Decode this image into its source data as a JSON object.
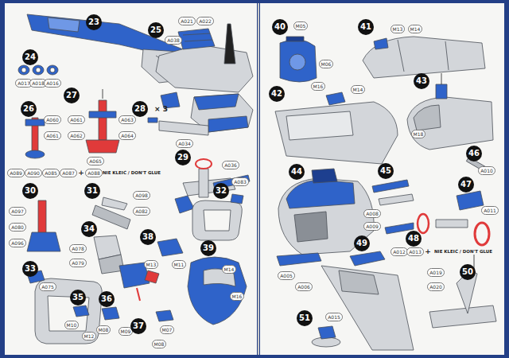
{
  "diagram": {
    "nodes": [
      {
        "text": [
          "23"
        ]
      },
      {
        "text": [
          "24"
        ]
      },
      {
        "text": [
          "A017"
        ]
      },
      {
        "text": [
          "A018"
        ]
      },
      {
        "text": [
          "A016"
        ]
      },
      {
        "text": [
          "25"
        ]
      },
      {
        "text": [
          "A038"
        ]
      },
      {
        "text": [
          "A021"
        ]
      },
      {
        "text": [
          "A022"
        ]
      },
      {
        "text": [
          "26"
        ]
      },
      {
        "text": [
          "A060"
        ]
      },
      {
        "text": [
          "A061"
        ]
      },
      {
        "text": [
          "27"
        ]
      },
      {
        "text": [
          "A061"
        ]
      },
      {
        "text": [
          "A062"
        ]
      },
      {
        "text": [
          "A063"
        ]
      },
      {
        "text": [
          "A064"
        ]
      },
      {
        "text": [
          "A065"
        ]
      },
      {
        "text": [
          "28"
        ]
      },
      {
        "text": [
          "A034"
        ]
      },
      {
        "text": [
          "A089"
        ]
      },
      {
        "text": [
          "A090"
        ]
      },
      {
        "text": [
          "A085"
        ]
      },
      {
        "text": [
          "A087"
        ]
      },
      {
        "text": [
          "A088"
        ]
      },
      {
        "text": [
          "29"
        ]
      },
      {
        "text": [
          "A036"
        ]
      },
      {
        "text": [
          "30"
        ]
      },
      {
        "text": [
          "A097"
        ]
      },
      {
        "text": [
          "A080"
        ]
      },
      {
        "text": [
          "A096"
        ]
      },
      {
        "text": [
          "31"
        ]
      },
      {
        "text": [
          "A098"
        ]
      },
      {
        "text": [
          "A082"
        ]
      },
      {
        "text": [
          "32"
        ]
      },
      {
        "text": [
          "A083"
        ]
      },
      {
        "text": [
          "33"
        ]
      },
      {
        "text": [
          "A075"
        ]
      },
      {
        "text": [
          "34"
        ]
      },
      {
        "text": [
          "A078"
        ]
      },
      {
        "text": [
          "A079"
        ]
      },
      {
        "text": [
          "35"
        ]
      },
      {
        "text": [
          "M10"
        ]
      },
      {
        "text": [
          "M12"
        ]
      },
      {
        "text": [
          "36"
        ]
      },
      {
        "text": [
          "M08"
        ]
      },
      {
        "text": [
          "M09"
        ]
      },
      {
        "text": [
          "37"
        ]
      },
      {
        "text": [
          "M07"
        ]
      },
      {
        "text": [
          "M08"
        ]
      },
      {
        "text": [
          "38"
        ]
      },
      {
        "text": [
          "M13"
        ]
      },
      {
        "text": [
          "M11"
        ]
      },
      {
        "text": [
          "39"
        ]
      },
      {
        "text": [
          "M14"
        ]
      },
      {
        "text": [
          "M16"
        ]
      },
      {
        "text": [
          "40"
        ]
      },
      {
        "text": [
          "M05"
        ]
      },
      {
        "text": [
          "M06"
        ]
      },
      {
        "text": [
          "41"
        ]
      },
      {
        "text": [
          "M13"
        ]
      },
      {
        "text": [
          "M14"
        ]
      },
      {
        "text": [
          "42"
        ]
      },
      {
        "text": [
          "M16"
        ]
      },
      {
        "text": [
          "M14"
        ]
      },
      {
        "text": [
          "43"
        ]
      },
      {
        "text": [
          "M18"
        ]
      },
      {
        "text": [
          "44"
        ]
      },
      {
        "text": [
          "45"
        ]
      },
      {
        "text": [
          "A008"
        ]
      },
      {
        "text": [
          "A009"
        ]
      },
      {
        "text": [
          "46"
        ]
      },
      {
        "text": [
          "A010"
        ]
      },
      {
        "text": [
          "47"
        ]
      },
      {
        "text": [
          "A011"
        ]
      },
      {
        "text": [
          "48"
        ]
      },
      {
        "text": [
          "A012"
        ]
      },
      {
        "text": [
          "A013"
        ]
      },
      {
        "text": [
          "49"
        ]
      },
      {
        "text": [
          "A005"
        ]
      },
      {
        "text": [
          "A006"
        ]
      },
      {
        "text": [
          "50"
        ]
      },
      {
        "text": [
          "A019"
        ]
      },
      {
        "text": [
          "A020"
        ]
      },
      {
        "text": [
          "51"
        ]
      },
      {
        "text": [
          "A015"
        ]
      }
    ],
    "labels": [
      "× 3",
      "+",
      "NIE KLEIĆ / DON'T GLUE",
      "+",
      "NIE KLEIĆ / DON'T GLUE"
    ]
  }
}
